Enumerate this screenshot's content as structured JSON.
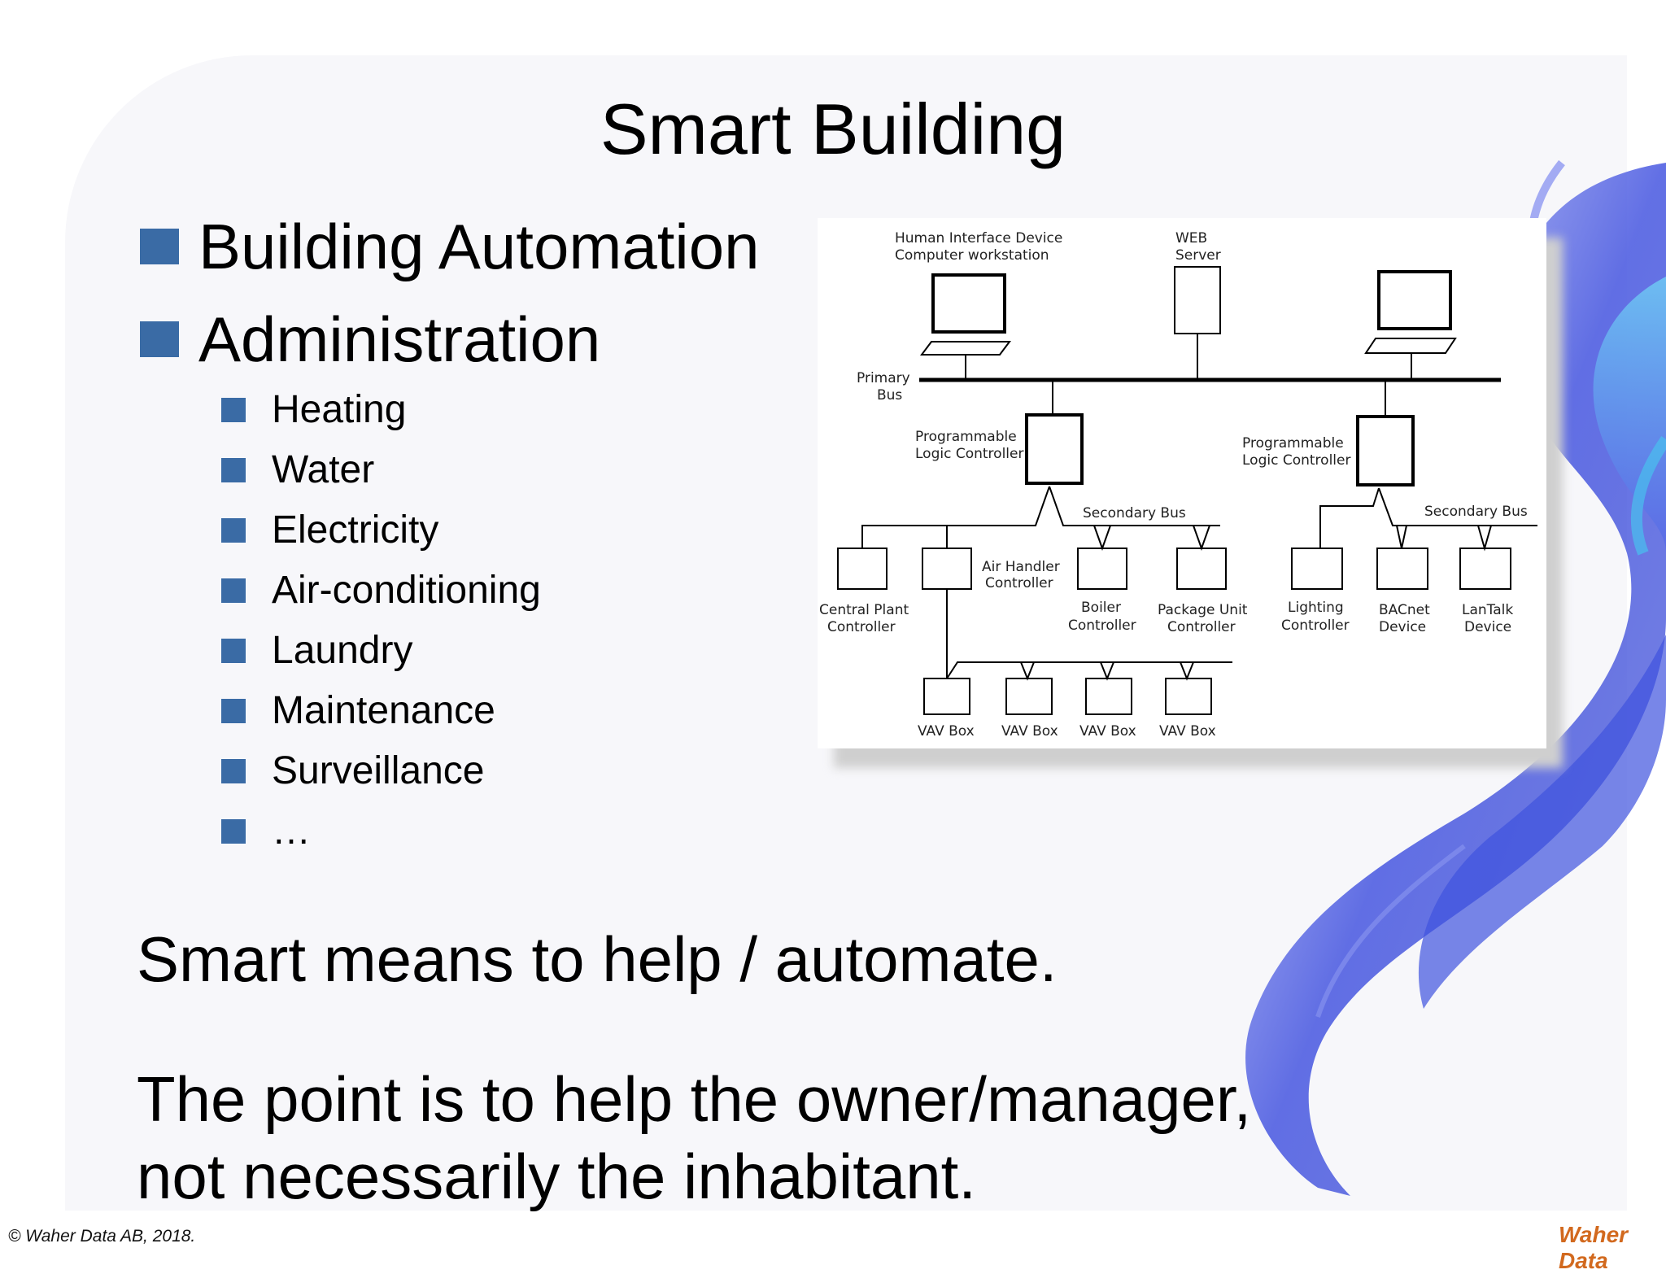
{
  "slide": {
    "title": "Smart Building",
    "bullets": [
      "Building Automation",
      "Administration"
    ],
    "sub_bullets": [
      "Heating",
      "Water",
      "Electricity",
      "Air-conditioning",
      "Laundry",
      "Maintenance",
      "Surveillance",
      "…"
    ],
    "statement": "Smart means to help / automate.",
    "point_line1": "The point is to help the owner/manager,",
    "point_line2": "not necessarily the inhabitant."
  },
  "diagram": {
    "hid_line1": "Human Interface Device",
    "hid_line2": "Computer workstation",
    "web_line1": "WEB",
    "web_line2": "Server",
    "primary_line1": "Primary",
    "primary_line2": "Bus",
    "plc_line1": "Programmable",
    "plc_line2": "Logic Controller",
    "secondary_bus": "Secondary Bus",
    "central_line1": "Central Plant",
    "central_line2": "Controller",
    "air_line1": "Air Handler",
    "air_line2": "Controller",
    "boiler_line1": "Boiler",
    "boiler_line2": "Controller",
    "package_line1": "Package Unit",
    "package_line2": "Controller",
    "lighting_line1": "Lighting",
    "lighting_line2": "Controller",
    "bacnet_line1": "BACnet",
    "bacnet_line2": "Device",
    "lantalk_line1": "LanTalk",
    "lantalk_line2": "Device",
    "vav": "VAV Box"
  },
  "footer": {
    "copyright": "© Waher Data AB, 2018.",
    "logo": "Waher Data"
  },
  "colors": {
    "bullet": "#3a6ba5",
    "swirl": "#5a6ee8",
    "logo": "#d2691e"
  }
}
